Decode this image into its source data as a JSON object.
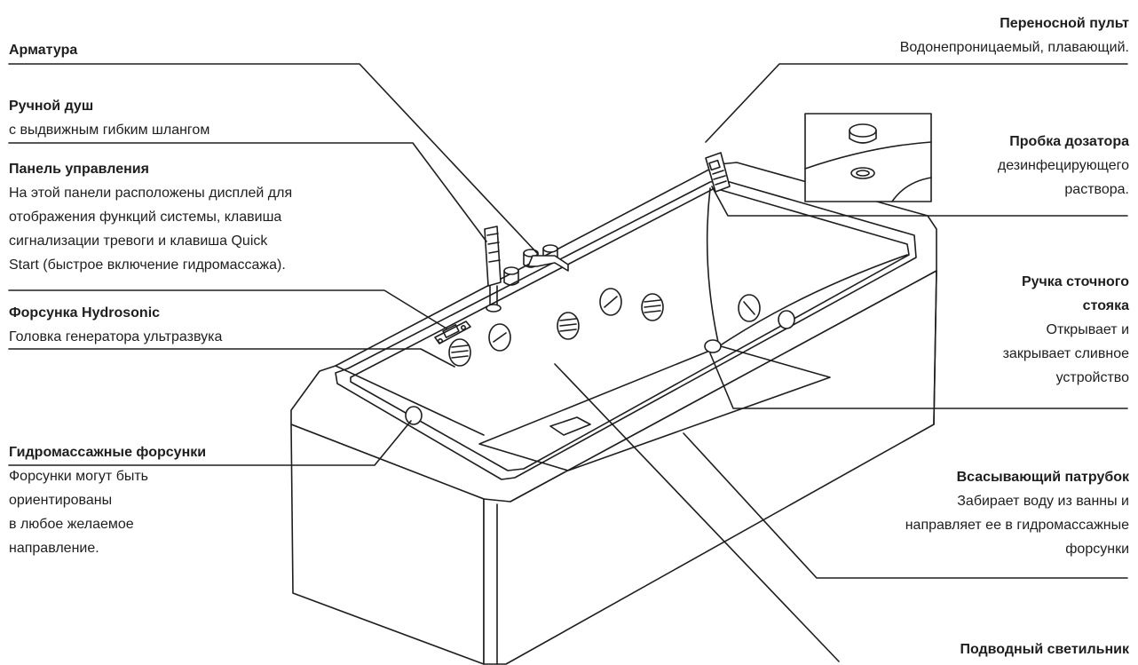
{
  "labels": {
    "armatura": {
      "title": "Арматура"
    },
    "shower": {
      "title": "Ручной душ",
      "desc": [
        "с выдвижным гибким шлангом"
      ]
    },
    "panel": {
      "title": "Панель управления",
      "desc": [
        "На этой панели расположены дисплей для",
        "отображения функций системы, клавиша",
        "сигнализации тревоги и клавиша Quick",
        "Start (быстрое включение гидромассажа)."
      ]
    },
    "hydrosonic": {
      "title": "Форсунка Hydrosonic",
      "desc": [
        "Головка генератора ультразвука"
      ]
    },
    "jets": {
      "title": "Гидромассажные форсунки",
      "desc": [
        "Форсунки могут быть",
        "ориентированы",
        "в любое желаемое",
        "направление."
      ]
    },
    "remote": {
      "title": "Переносной пульт",
      "desc": [
        "Водонепроницаемый,  плавающий."
      ]
    },
    "plug": {
      "title": "Пробка дозатора",
      "desc": [
        "дезинфецирующего",
        "раствора."
      ]
    },
    "drain": {
      "title": "Ручка сточного",
      "title2": "стояка",
      "desc": [
        "Открывает и",
        "закрывает сливное",
        "устройство"
      ]
    },
    "suction": {
      "title": "Всасывающий патрубок",
      "desc": [
        "Забирает воду из ванны и",
        "направляет ее в гидромассажные",
        "форсунки"
      ]
    },
    "light": {
      "title": "Подводный светильник"
    }
  }
}
